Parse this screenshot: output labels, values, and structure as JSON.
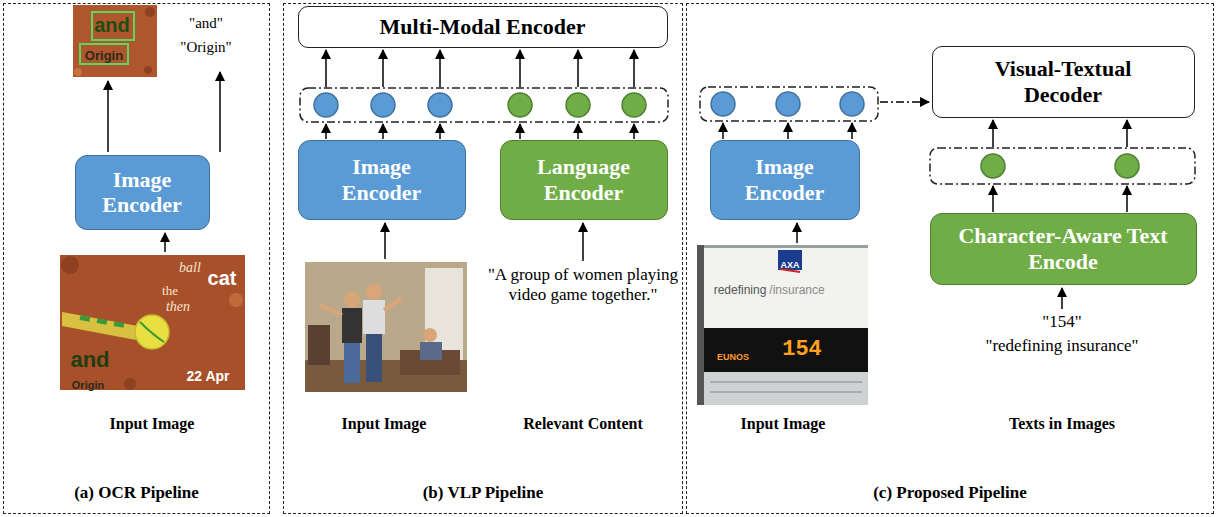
{
  "diagram": {
    "nodes": [
      {
        "text": [
          "(a) OCR Pipeline"
        ]
      },
      {
        "text": [
          "Image Encoder"
        ],
        "in": 0
      },
      {
        "text": [
          "(b) VLP Pipeline"
        ]
      },
      {
        "text": [
          "Multi-Modal Encoder"
        ],
        "in": 2
      },
      {
        "text": [
          "Image Encoder"
        ],
        "in": 2
      },
      {
        "text": [
          "Language Encoder"
        ],
        "in": 2
      },
      {
        "text": [
          "(c) Proposed Pipeline"
        ]
      },
      {
        "text": [
          "Image Encoder"
        ],
        "in": 6
      },
      {
        "text": [
          "Visual-Textual Decoder"
        ],
        "in": 6
      },
      {
        "text": [
          "Character-Aware Text Encode"
        ],
        "in": 6
      }
    ],
    "labels": [
      "and",
      "Origin",
      "\"and\"",
      "\"Origin\"",
      "ball",
      "the",
      "cat",
      "then",
      "and",
      "Origin",
      "22 Apr",
      "Input Image",
      "\"A group of women playing video game together.\"",
      "Input Image",
      "Relevant Content",
      "AXA",
      "redefining",
      "/insurance",
      "154",
      "EUNOS",
      "\"154\"",
      "\"redefining insurance\"",
      "Input Image",
      "Texts in Images"
    ]
  }
}
